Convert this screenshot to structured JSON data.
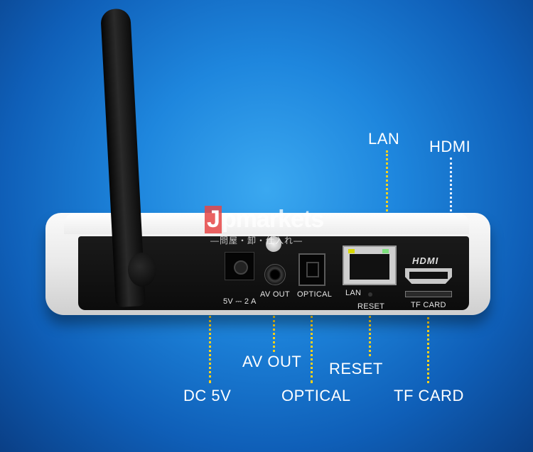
{
  "callouts": {
    "lan": "LAN",
    "hdmi": "HDMI",
    "av_out": "AV OUT",
    "reset": "RESET",
    "dc": "DC 5V",
    "optical": "OPTICAL",
    "tf_card": "TF CARD"
  },
  "port_labels": {
    "dc_rating": "5V ⎓ 2 A",
    "av_out": "AV OUT",
    "optical": "OPTICAL",
    "lan": "LAN",
    "reset": "RESET",
    "tf_card": "TF  CARD",
    "hdmi_logo": "HDMI"
  },
  "watermark": {
    "logo_j": "J",
    "logo_rest": "pmarkets",
    "subtitle": "—問屋・卸・仕入れ—"
  },
  "colors": {
    "background": "#1e86dd",
    "callout_text": "#ffffff",
    "guide_line": "#ffd21a"
  }
}
